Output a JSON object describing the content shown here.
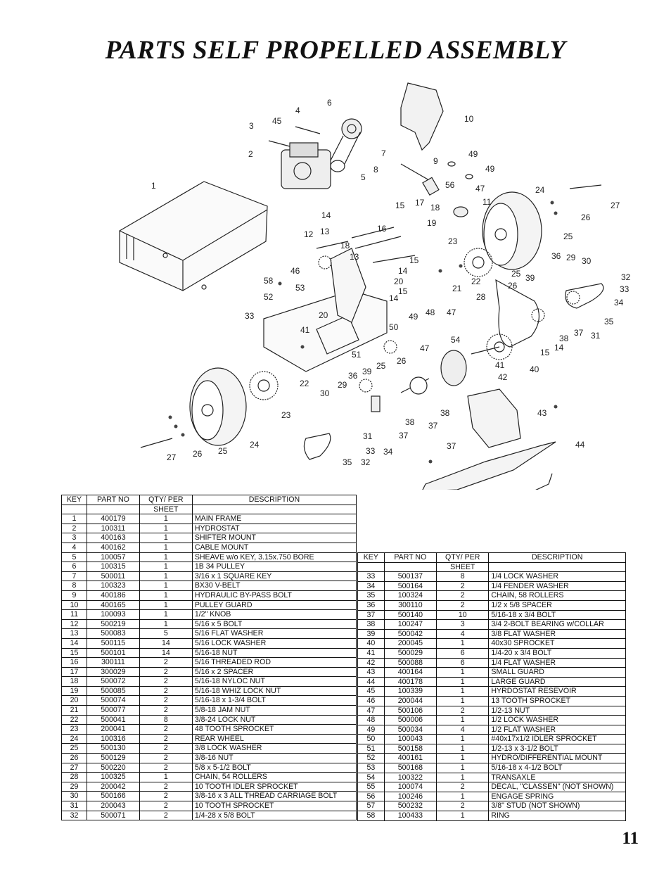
{
  "title": "PARTS SELF PROPELLED ASSEMBLY",
  "page_number": "11",
  "table_headers": {
    "key": "KEY",
    "part_no": "PART NO",
    "qty": "QTY/ PER",
    "qty2": "SHEET",
    "desc": "DESCRIPTION"
  },
  "parts_left": [
    [
      "1",
      "400179",
      "1",
      "MAIN FRAME"
    ],
    [
      "2",
      "100311",
      "1",
      "HYDROSTAT"
    ],
    [
      "3",
      "400163",
      "1",
      "SHIFTER MOUNT"
    ],
    [
      "4",
      "400162",
      "1",
      "CABLE MOUNT"
    ],
    [
      "5",
      "100057",
      "1",
      "SHEAVE w/o KEY, 3.15x.750 BORE"
    ],
    [
      "6",
      "100315",
      "1",
      "1B 34 PULLEY"
    ],
    [
      "7",
      "500011",
      "1",
      "3/16 x 1 SQUARE KEY"
    ],
    [
      "8",
      "100323",
      "1",
      "BX30 V-BELT"
    ],
    [
      "9",
      "400186",
      "1",
      "HYDRAULIC BY-PASS BOLT"
    ],
    [
      "10",
      "400165",
      "1",
      "PULLEY GUARD"
    ],
    [
      "11",
      "100093",
      "1",
      "1/2\" KNOB"
    ],
    [
      "12",
      "500219",
      "1",
      "5/16 x 5 BOLT"
    ],
    [
      "13",
      "500083",
      "5",
      "5/16 FLAT WASHER"
    ],
    [
      "14",
      "500115",
      "14",
      "5/16 LOCK WASHER"
    ],
    [
      "15",
      "500101",
      "14",
      "5/16-18 NUT"
    ],
    [
      "16",
      "300111",
      "2",
      "5/16 THREADED ROD"
    ],
    [
      "17",
      "300029",
      "2",
      "5/16 x 2 SPACER"
    ],
    [
      "18",
      "500072",
      "2",
      "5/16-18 NYLOC NUT"
    ],
    [
      "19",
      "500085",
      "2",
      "5/16-18 WHIZ LOCK NUT"
    ],
    [
      "20",
      "500074",
      "2",
      "5/16-18 x 1-3/4 BOLT"
    ],
    [
      "21",
      "500077",
      "2",
      "5/8-18 JAM NUT"
    ],
    [
      "22",
      "500041",
      "8",
      "3/8-24 LOCK NUT"
    ],
    [
      "23",
      "200041",
      "2",
      "48 TOOTH SPROCKET"
    ],
    [
      "24",
      "100316",
      "2",
      "REAR WHEEL"
    ],
    [
      "25",
      "500130",
      "2",
      "3/8 LOCK WASHER"
    ],
    [
      "26",
      "500129",
      "2",
      "3/8-16 NUT"
    ],
    [
      "27",
      "500220",
      "2",
      "5/8 x 5-1/2 BOLT"
    ],
    [
      "28",
      "100325",
      "1",
      "CHAIN, 54 ROLLERS"
    ],
    [
      "29",
      "200042",
      "2",
      "10 TOOTH IDLER SPROCKET"
    ],
    [
      "30",
      "500166",
      "2",
      "3/8-16 x 3 ALL THREAD CARRIAGE BOLT"
    ],
    [
      "31",
      "200043",
      "2",
      "10 TOOTH SPROCKET"
    ],
    [
      "32",
      "500071",
      "2",
      "1/4-28 x 5/8 BOLT"
    ]
  ],
  "parts_right": [
    [
      "33",
      "500137",
      "8",
      "1/4 LOCK WASHER"
    ],
    [
      "34",
      "500164",
      "2",
      "1/4 FENDER WASHER"
    ],
    [
      "35",
      "100324",
      "2",
      "CHAIN, 58 ROLLERS"
    ],
    [
      "36",
      "300110",
      "2",
      "1/2 x 5/8 SPACER"
    ],
    [
      "37",
      "500140",
      "10",
      "5/16-18 x 3/4 BOLT"
    ],
    [
      "38",
      "100247",
      "3",
      "3/4 2-BOLT BEARING w/COLLAR"
    ],
    [
      "39",
      "500042",
      "4",
      "3/8 FLAT WASHER"
    ],
    [
      "40",
      "200045",
      "1",
      "40x30 SPROCKET"
    ],
    [
      "41",
      "500029",
      "6",
      "1/4-20 x 3/4 BOLT"
    ],
    [
      "42",
      "500088",
      "6",
      "1/4 FLAT WASHER"
    ],
    [
      "43",
      "400164",
      "1",
      "SMALL GUARD"
    ],
    [
      "44",
      "400178",
      "1",
      "LARGE GUARD"
    ],
    [
      "45",
      "100339",
      "1",
      "HYRDOSTAT RESEVOIR"
    ],
    [
      "46",
      "200044",
      "1",
      "13 TOOTH SPROCKET"
    ],
    [
      "47",
      "500106",
      "2",
      "1/2-13 NUT"
    ],
    [
      "48",
      "500006",
      "1",
      "1/2 LOCK WASHER"
    ],
    [
      "49",
      "500034",
      "4",
      "1/2 FLAT WASHER"
    ],
    [
      "50",
      "100043",
      "1",
      "#40x17x1/2 IDLER SPROCKET"
    ],
    [
      "51",
      "500158",
      "1",
      "1/2-13 x 3-1/2 BOLT"
    ],
    [
      "52",
      "400161",
      "1",
      "HYDRO/DIFFERENTIAL MOUNT"
    ],
    [
      "53",
      "500168",
      "1",
      "5/16-18 x 4-1/2 BOLT"
    ],
    [
      "54",
      "100322",
      "1",
      "TRANSAXLE"
    ],
    [
      "55",
      "100074",
      "2",
      "DECAL, \"CLASSEN\" (NOT SHOWN)"
    ],
    [
      "56",
      "100246",
      "1",
      "ENGAGE SPRING"
    ],
    [
      "57",
      "500232",
      "2",
      "3/8\" STUD (NOT SHOWN)"
    ],
    [
      "58",
      "100433",
      "1",
      "RING"
    ]
  ],
  "callouts": [
    "1",
    "2",
    "3",
    "4",
    "45",
    "6",
    "10",
    "7",
    "8",
    "5",
    "9",
    "49",
    "49",
    "56",
    "47",
    "11",
    "24",
    "27",
    "26",
    "25",
    "14",
    "13",
    "12",
    "15",
    "17",
    "18",
    "16",
    "19",
    "18",
    "13",
    "15",
    "14",
    "20",
    "15",
    "14",
    "23",
    "46",
    "58",
    "53",
    "52",
    "20",
    "33",
    "41",
    "21",
    "22",
    "36",
    "29",
    "30",
    "32",
    "33",
    "34",
    "35",
    "37",
    "31",
    "25",
    "39",
    "26",
    "38",
    "14",
    "15",
    "28",
    "40",
    "48",
    "47",
    "49",
    "50",
    "47",
    "54",
    "51",
    "36",
    "39",
    "25",
    "26",
    "41",
    "42",
    "29",
    "30",
    "22",
    "23",
    "38",
    "37",
    "38",
    "37",
    "31",
    "37",
    "43",
    "33",
    "34",
    "35",
    "32",
    "24",
    "25",
    "26",
    "27",
    "37",
    "44",
    "33",
    "41"
  ]
}
